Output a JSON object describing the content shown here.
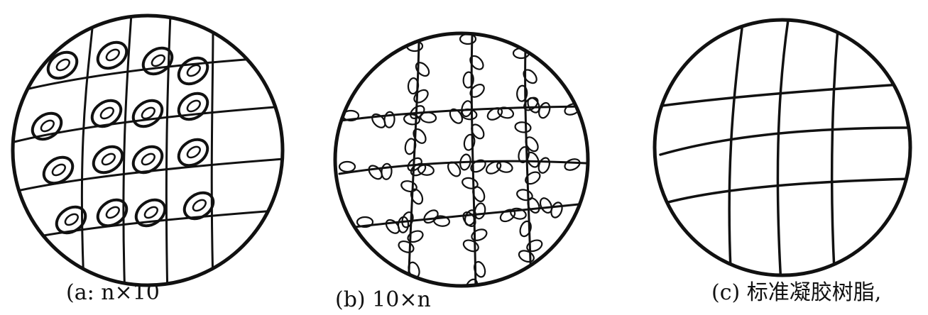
{
  "figure": {
    "panels": [
      {
        "id": "a",
        "caption": "(a: n×10",
        "kind": "cells-in-grid"
      },
      {
        "id": "b",
        "caption": "(b) 10×n",
        "kind": "chains-on-grid"
      },
      {
        "id": "c",
        "caption": "(c) 标准凝胶树脂,",
        "kind": "plain-grid"
      }
    ],
    "colors": {
      "ink": "#111111",
      "background": "#ffffff"
    }
  }
}
